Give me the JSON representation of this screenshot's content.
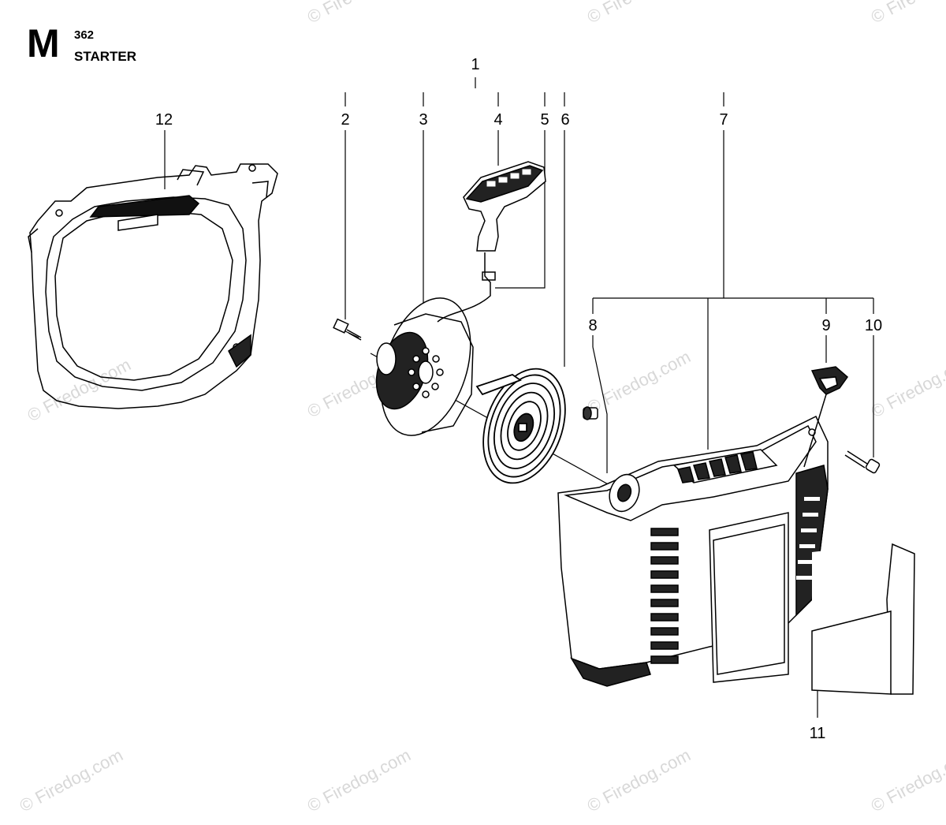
{
  "header": {
    "section_letter": "M",
    "model": "362",
    "title": "STARTER"
  },
  "callouts": {
    "1": "1",
    "2": "2",
    "3": "3",
    "4": "4",
    "5": "5",
    "6": "6",
    "7": "7",
    "8": "8",
    "9": "9",
    "10": "10",
    "11": "11",
    "12": "12"
  },
  "watermark": "© Firedog.com"
}
